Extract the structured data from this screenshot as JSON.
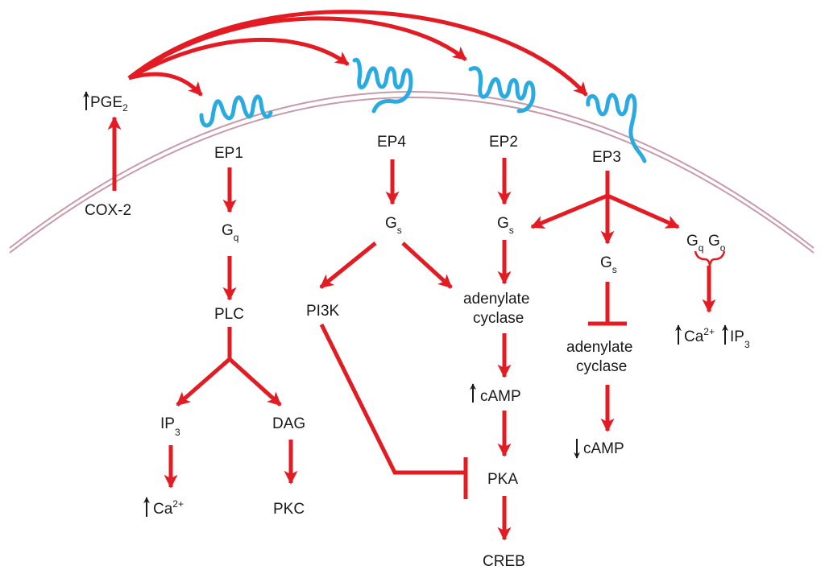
{
  "colors": {
    "arrow": "#e31b23",
    "receptor": "#29abe2",
    "membrane": "#c99aa8",
    "text": "#1a1a1a"
  },
  "labels": {
    "pge": "PGE",
    "pge_sub": "2",
    "cox2": "COX-2",
    "ep1": "EP1",
    "ep4": "EP4",
    "ep2": "EP2",
    "ep3": "EP3",
    "ep1_g": "G",
    "ep1_g_sub": "q",
    "plc": "PLC",
    "ip3_left": "IP",
    "ip3_left_sub": "3",
    "dag": "DAG",
    "ca_left": "Ca",
    "ca_left_sup": "2+",
    "pkc": "PKC",
    "ep4_g": "G",
    "ep4_g_sub": "s",
    "pi3k": "PI3K",
    "ep2_g": "G",
    "ep2_g_sub": "s",
    "adenylate_1": "adenylate",
    "cyclase_1": "cyclase",
    "camp_up": "cAMP",
    "pka": "PKA",
    "creb": "CREB",
    "ep3_gs": "G",
    "ep3_gs_sub": "s",
    "adenylate_2": "adenylate",
    "cyclase_2": "cyclase",
    "camp_down": "cAMP",
    "gq": "G",
    "gq_sub": "q",
    "go": "G",
    "go_sub": "o",
    "ca_right": "Ca",
    "ca_right_sup": "2+",
    "ip3_right": "IP",
    "ip3_right_sub": "3"
  }
}
